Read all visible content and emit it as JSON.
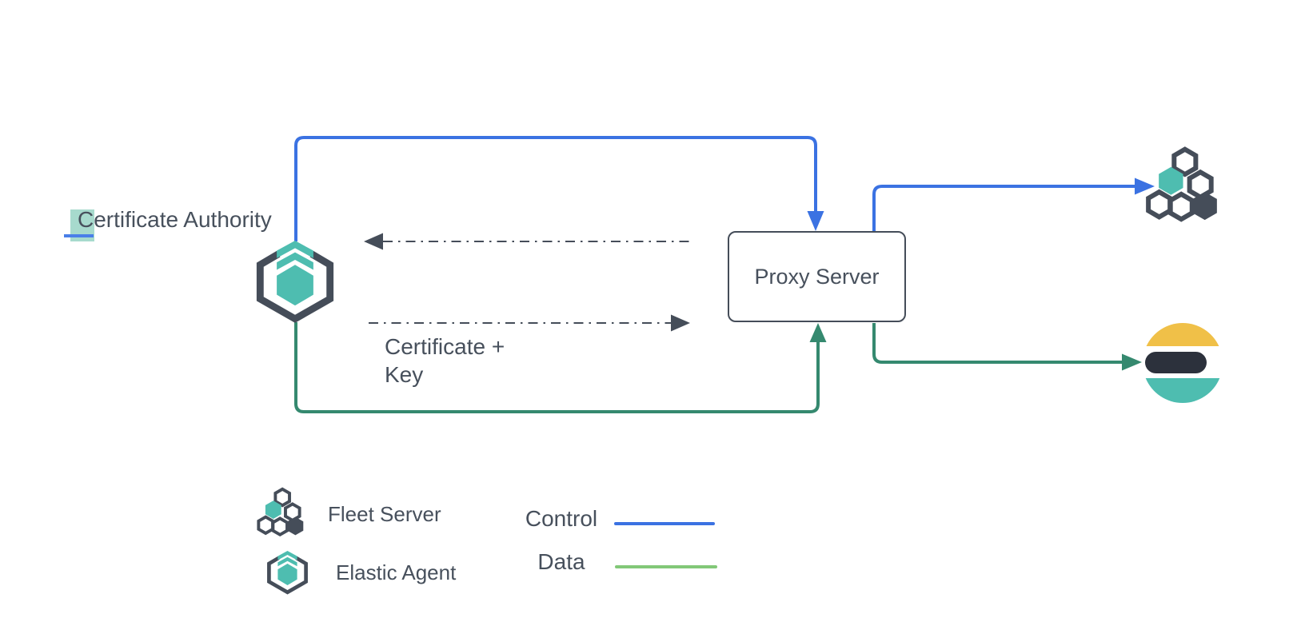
{
  "colors": {
    "control_blue": "#3b72e2",
    "data_green": "#35896f",
    "legend_data_green": "#82c878",
    "slate": "#454d59",
    "text": "#47505c",
    "teal": "#4ebdb0",
    "es_yellow": "#f0c048",
    "es_dark": "#2c313c",
    "selection_teal": "#a7dacd",
    "cursor_blue": "#4a7fe8",
    "canvas_bg": "#ffffff"
  },
  "diagram": {
    "certificate_authority": {
      "selected_char": "C",
      "rest_text": "ertificate Authority"
    },
    "proxy_server_label": "Proxy Server",
    "certificate_key_note": {
      "line1": "Certificate +",
      "line2": "Key"
    },
    "icons": {
      "elastic_agent": "elastic-agent-icon",
      "fleet_server": "fleet-server-icon",
      "elasticsearch": "elasticsearch-icon"
    },
    "connectors": [
      {
        "name": "control-agent-to-proxy",
        "type": "control"
      },
      {
        "name": "control-proxy-to-fleet-server",
        "type": "control"
      },
      {
        "name": "data-agent-to-proxy",
        "type": "data"
      },
      {
        "name": "data-proxy-to-elasticsearch",
        "type": "data"
      },
      {
        "name": "certificate-key-to-agent",
        "type": "dashed"
      },
      {
        "name": "certificate-key-to-proxy",
        "type": "dashed"
      }
    ]
  },
  "legend": {
    "items": [
      {
        "icon": "fleet-server-icon",
        "label": "Fleet Server"
      },
      {
        "icon": "elastic-agent-icon",
        "label": "Elastic Agent"
      }
    ],
    "flows": [
      {
        "label": "Control"
      },
      {
        "label": "Data"
      }
    ]
  }
}
